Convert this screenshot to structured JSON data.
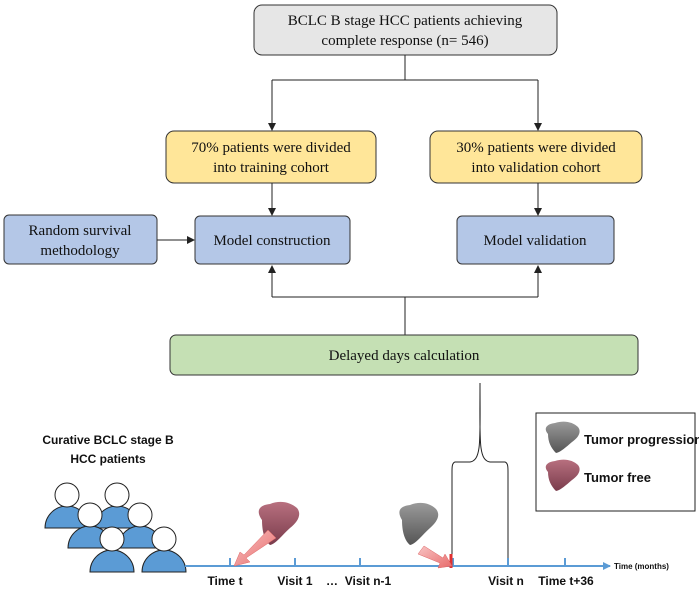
{
  "flow": {
    "top_box": {
      "line1": "BCLC B stage HCC patients achieving",
      "line2": "complete response (n= 546)",
      "color": "#e6e6e6"
    },
    "training_box": {
      "line1": "70% patients were divided",
      "line2": "into training cohort",
      "color": "#ffe699"
    },
    "validation_box": {
      "line1": "30% patients were divided",
      "line2": "into validation cohort",
      "color": "#ffe699"
    },
    "rsf_box": {
      "line1": "Random survival",
      "line2": "methodology",
      "color": "#b4c7e7"
    },
    "model_construction": {
      "label": "Model construction",
      "color": "#b4c7e7"
    },
    "model_validation": {
      "label": "Model validation",
      "color": "#b4c7e7"
    },
    "delayed_days": {
      "label": "Delayed days calculation",
      "color": "#c5e0b4"
    }
  },
  "patients": {
    "line1": "Curative BCLC  stage B",
    "line2": "HCC patients",
    "body_color": "#5b9bd5"
  },
  "timeline": {
    "unit_label": "Time (months)",
    "ticks": [
      "Time t",
      "Visit 1",
      "Visit n-1",
      "Visit n",
      "Time t+36"
    ],
    "ellipsis": "…",
    "axis_color": "#5b9bd5"
  },
  "legend": {
    "progression_label": "Tumor progression",
    "free_label": "Tumor free",
    "progression_color": "#7f7f7f",
    "free_color": "#a05a6e"
  },
  "arrow_color": "#f4a6a6"
}
